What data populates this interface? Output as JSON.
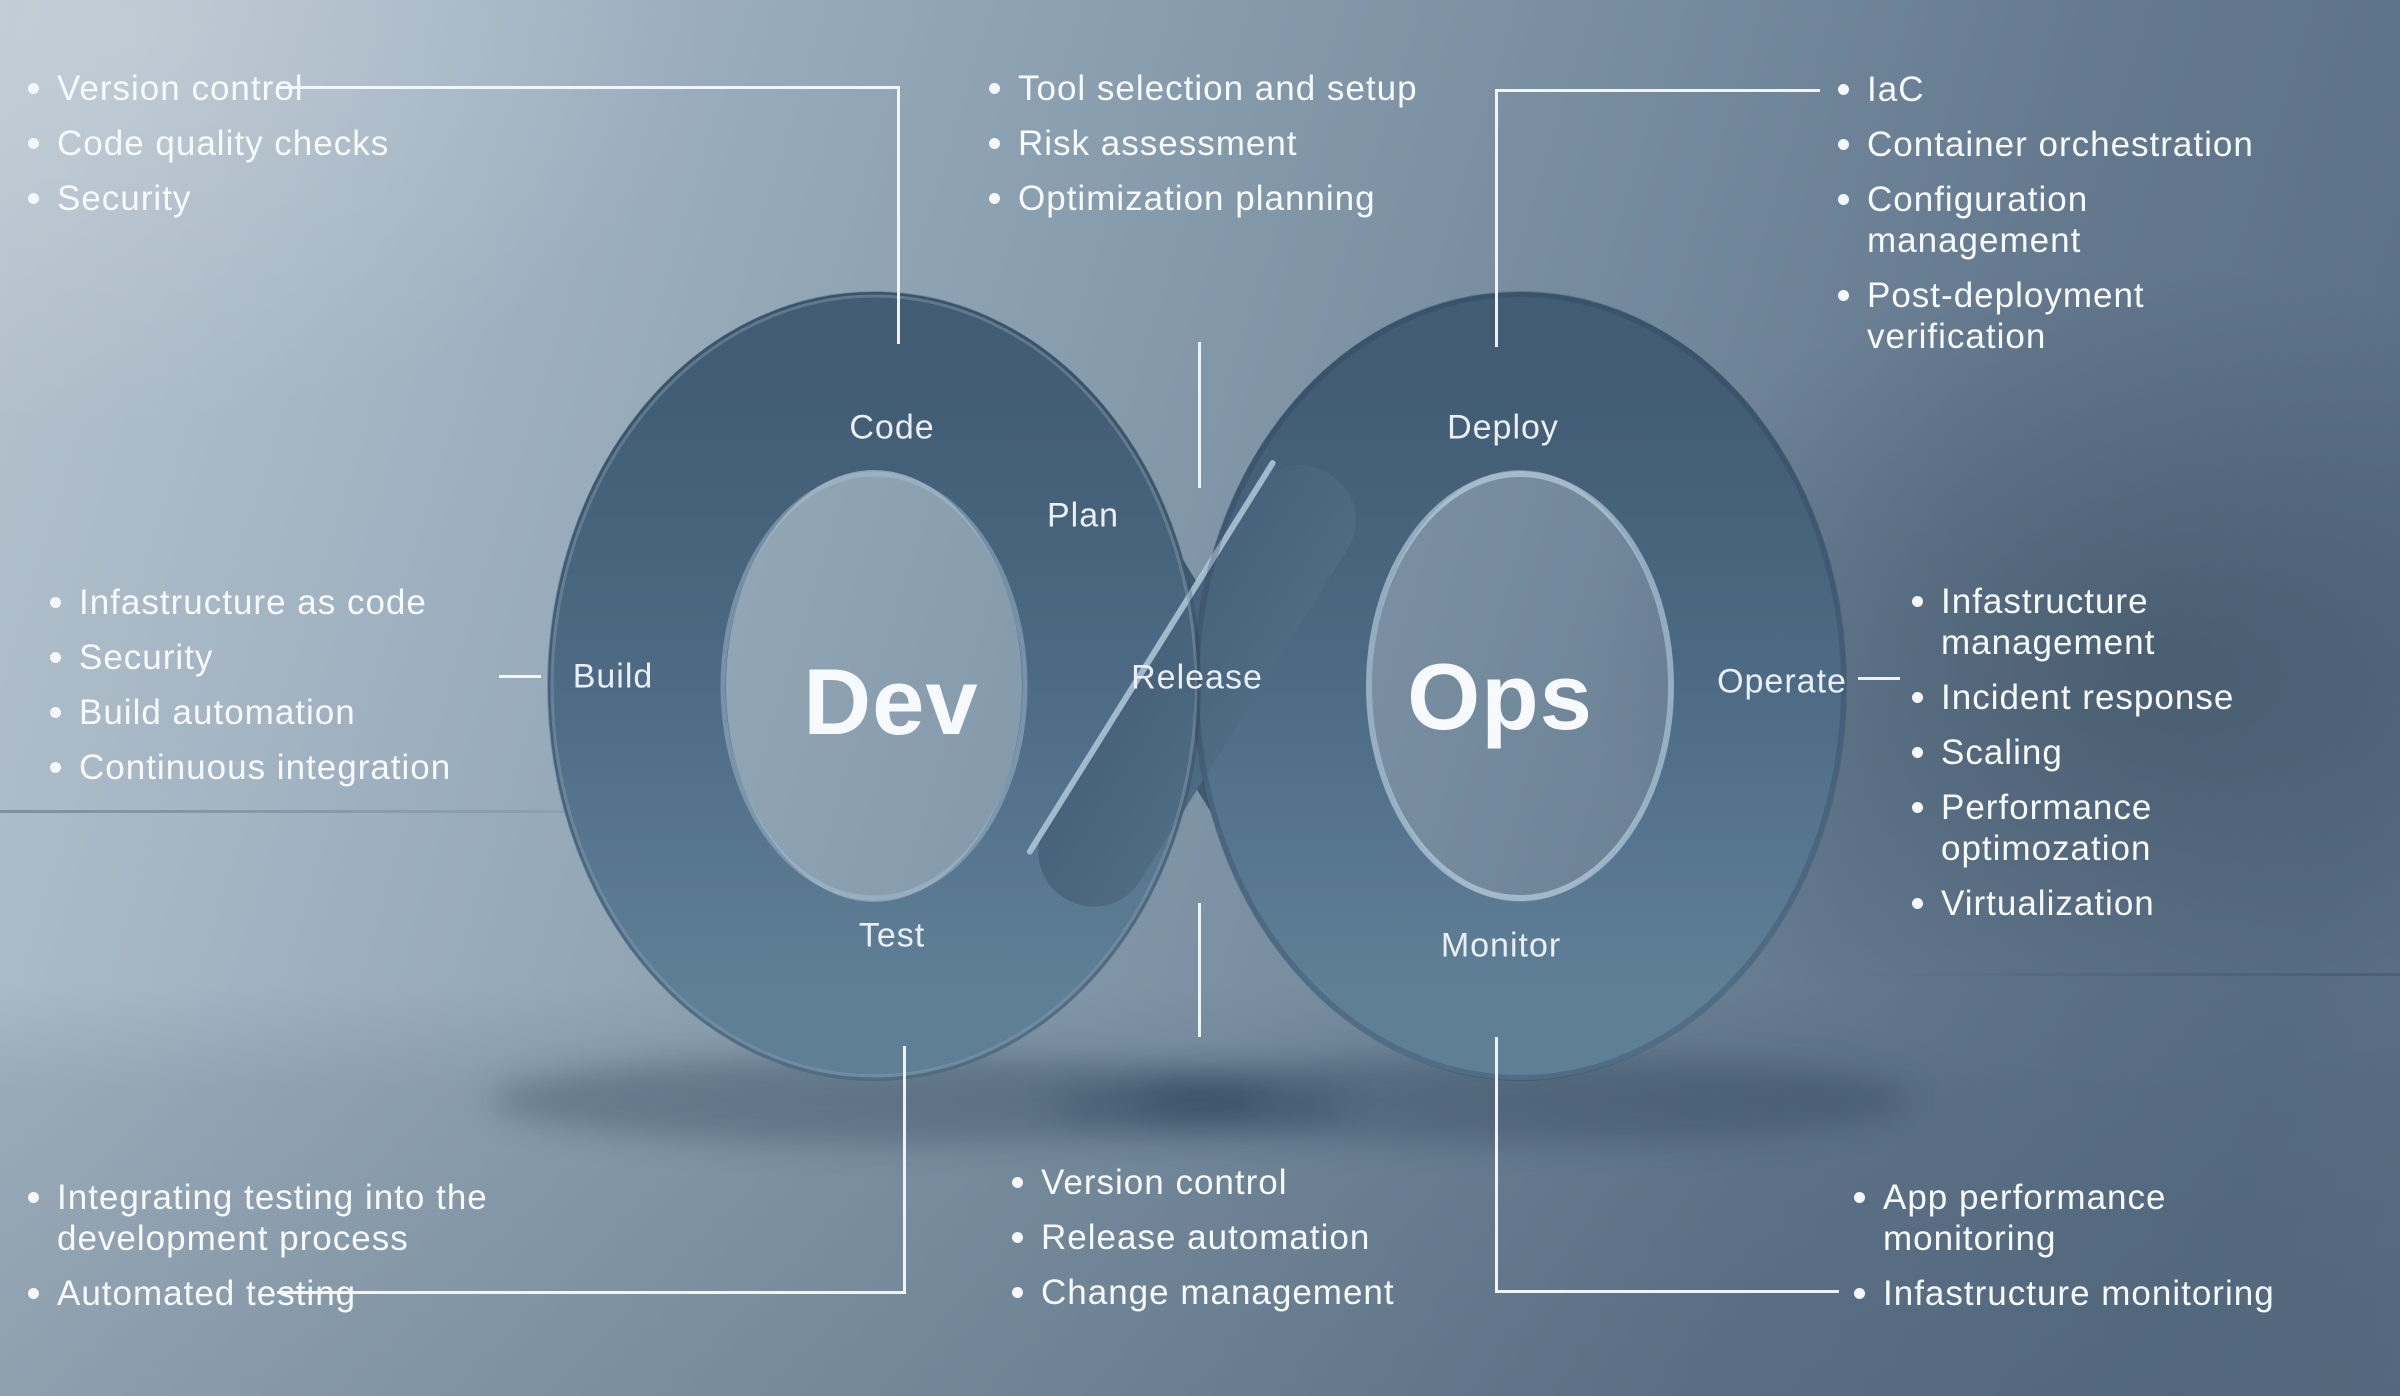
{
  "title": "DevOps infinity loop diagram",
  "colors": {
    "background_light": "#b6c3ce",
    "background_dark": "#5a7085",
    "ring_dark": "#415c73",
    "ring_mid": "#4d6a84",
    "ring_light": "#5f7f97",
    "strand_front": "#4a657d",
    "strand_back": "#3f5a6f",
    "highlight": "#b3c9da",
    "text": "#f7fafb",
    "connector": "#f4f8fb"
  },
  "loop": {
    "dev_label": "Dev",
    "ops_label": "Ops",
    "stages": {
      "code": "Code",
      "plan": "Plan",
      "build": "Build",
      "test": "Test",
      "release": "Release",
      "deploy": "Deploy",
      "operate": "Operate",
      "monitor": "Monitor"
    }
  },
  "lists": {
    "top_left": {
      "items": [
        "Version control",
        "Code quality checks",
        "Security"
      ]
    },
    "top_center": {
      "items": [
        "Tool selection and setup",
        "Risk assessment",
        "Optimization planning"
      ]
    },
    "top_right": {
      "items": [
        "IaC",
        "Container orchestration",
        "Configuration\nmanagement",
        "Post-deployment\nverification"
      ]
    },
    "middle_left": {
      "items": [
        "Infastructure as code",
        "Security",
        "Build automation",
        "Continuous integration"
      ]
    },
    "middle_right": {
      "items": [
        "Infastructure\nmanagement",
        "Incident response",
        "Scaling",
        "Performance\noptimozation",
        "Virtualization"
      ]
    },
    "bottom_left": {
      "items": [
        "Integrating testing into the\ndevelopment process",
        "Automated testing"
      ]
    },
    "bottom_center": {
      "items": [
        "Version control",
        "Release automation",
        "Change management"
      ]
    },
    "bottom_right": {
      "items": [
        "App performance\nmonitoring",
        "Infastructure monitoring"
      ]
    }
  }
}
